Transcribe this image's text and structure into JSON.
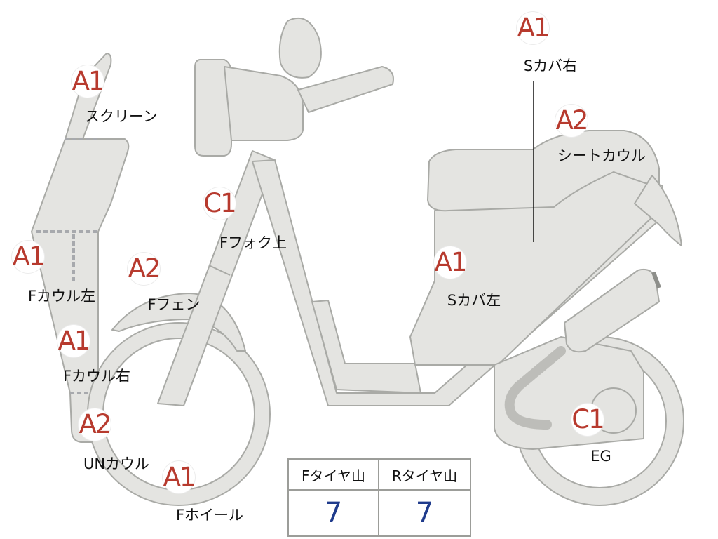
{
  "parts": [
    {
      "id": "screen",
      "grade": "A1",
      "label": "スクリーン"
    },
    {
      "id": "f-cowl-left",
      "grade": "A1",
      "label": "Fカウル左"
    },
    {
      "id": "f-cowl-right",
      "grade": "A1",
      "label": "Fカウル右"
    },
    {
      "id": "un-cowl",
      "grade": "A2",
      "label": "UNカウル"
    },
    {
      "id": "f-wheel",
      "grade": "A1",
      "label": "Fホイール"
    },
    {
      "id": "f-fender",
      "grade": "A2",
      "label": "Fフェン"
    },
    {
      "id": "f-fork-upper",
      "grade": "C1",
      "label": "Fフォク上"
    },
    {
      "id": "s-cover-right",
      "grade": "A1",
      "label": "Sカバ右"
    },
    {
      "id": "seat-cowl",
      "grade": "A2",
      "label": "シートカウル"
    },
    {
      "id": "s-cover-left",
      "grade": "A1",
      "label": "Sカバ左"
    },
    {
      "id": "engine",
      "grade": "C1",
      "label": "EG"
    }
  ],
  "tread_table": {
    "headers": [
      "Fタイヤ山",
      "Rタイヤ山"
    ],
    "values": [
      "7",
      "7"
    ]
  },
  "colors": {
    "grade_text": "#b73a2e",
    "tread_value": "#1f3b8c",
    "part_fill": "#e4e4e1"
  }
}
